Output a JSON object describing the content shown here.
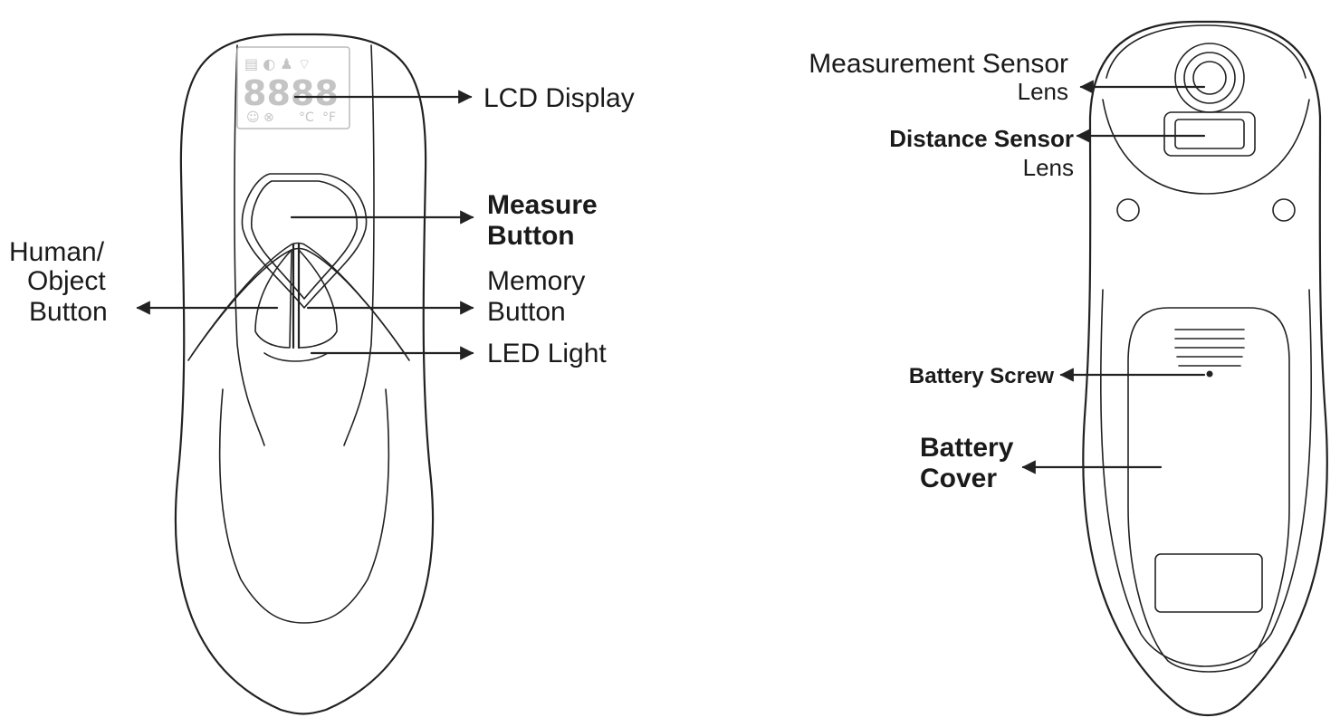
{
  "left": {
    "lcd": {
      "digits": "8888",
      "c_unit": "°C",
      "f_unit": "°F"
    },
    "labels": {
      "lcd_display": "LCD Display",
      "measure_line1": "Measure",
      "measure_line2": "Button",
      "human_line1": "Human/",
      "human_line2": "Object",
      "human_line3": "Button",
      "memory_line1": "Memory",
      "memory_line2": "Button",
      "led_light": "LED Light"
    }
  },
  "right": {
    "labels": {
      "measurement_line1": "Measurement Sensor",
      "measurement_line2": "Lens",
      "distance_line1": "Distance Sensor",
      "distance_line2": "Lens",
      "battery_screw": "Battery Screw",
      "battery_cover_line1": "Battery",
      "battery_cover_line2": "Cover"
    }
  }
}
